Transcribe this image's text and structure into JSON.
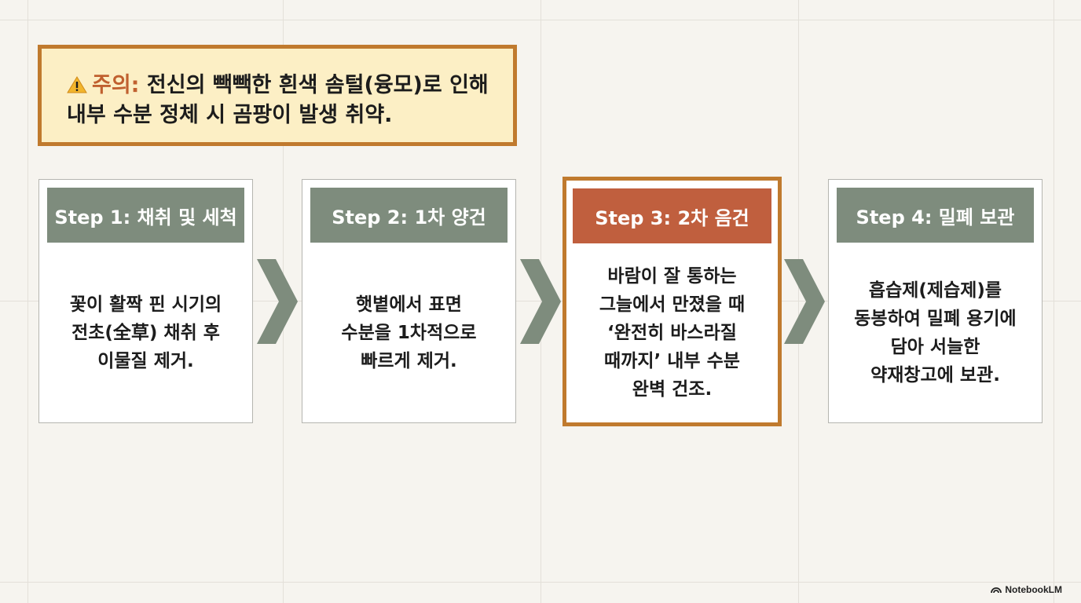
{
  "warning": {
    "label": "주의:",
    "line1": " 전신의 빽빽한 흰색 솜털(융모)로 인해",
    "line2": "내부 수분 정체 시 곰팡이 발생 취약."
  },
  "steps": [
    {
      "title": "Step 1: 채취 및 세척",
      "lines": [
        "꽃이 활짝 핀 시기의",
        "전초(全草) 채취 후",
        "이물질 제거."
      ]
    },
    {
      "title": "Step 2: 1차 양건",
      "lines": [
        "햇볕에서 표면",
        "수분을 1차적으로",
        "빠르게 제거."
      ]
    },
    {
      "title": "Step 3: 2차 음건",
      "lines": [
        "바람이 잘 통하는",
        "그늘에서 만졌을 때",
        "‘완전히 바스라질",
        "때까지’ 내부 수분",
        "완벽 건조."
      ]
    },
    {
      "title": "Step 4: 밀폐 보관",
      "lines": [
        "흡습제(제습제)를",
        "동봉하여 밀폐 용기에",
        "담아 서늘한",
        "약재창고에 보관."
      ]
    }
  ],
  "active_step": 3,
  "brand": {
    "name": "NotebookLM"
  },
  "colors": {
    "background": "#f6f4ef",
    "warning_bg": "#fcefc5",
    "accent_border": "#c07a2e",
    "warning_label": "#c0602f",
    "step_header": "#7e8c7d",
    "active_header": "#c05f3e",
    "chevron": "#7e8c7d"
  }
}
